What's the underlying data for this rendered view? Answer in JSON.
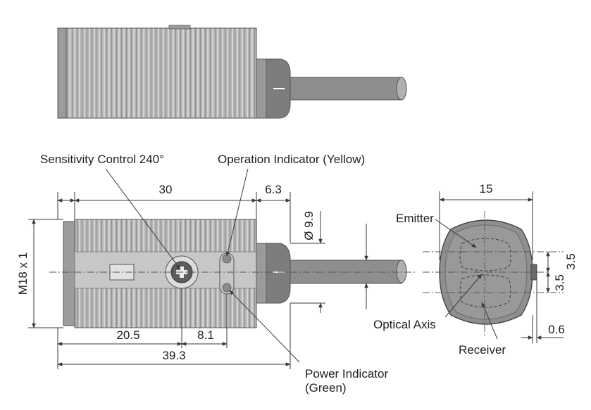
{
  "labels": {
    "sensitivity": "Sensitivity Control 240°",
    "operation": "Operation Indicator (Yellow)",
    "power_line1": "Power Indicator",
    "power_line2": "(Green)",
    "emitter": "Emitter",
    "optical_axis": "Optical Axis",
    "receiver": "Receiver"
  },
  "dimensions": {
    "body_length": "30",
    "head_length": "6.3",
    "thread": "M18 x 1",
    "cable_dia": "Ø 9.9",
    "front_length": "20.5",
    "control_offset": "8.1",
    "total_length": "39.3",
    "front_width": "15",
    "axis_upper": "3.5",
    "axis_lower": "3.5",
    "lens_offset": "0.6"
  },
  "colors": {
    "body": "#a9a9a9",
    "cap": "#7a7a7a",
    "cable": "#8e8e8e",
    "line": "#3a3a3a"
  }
}
